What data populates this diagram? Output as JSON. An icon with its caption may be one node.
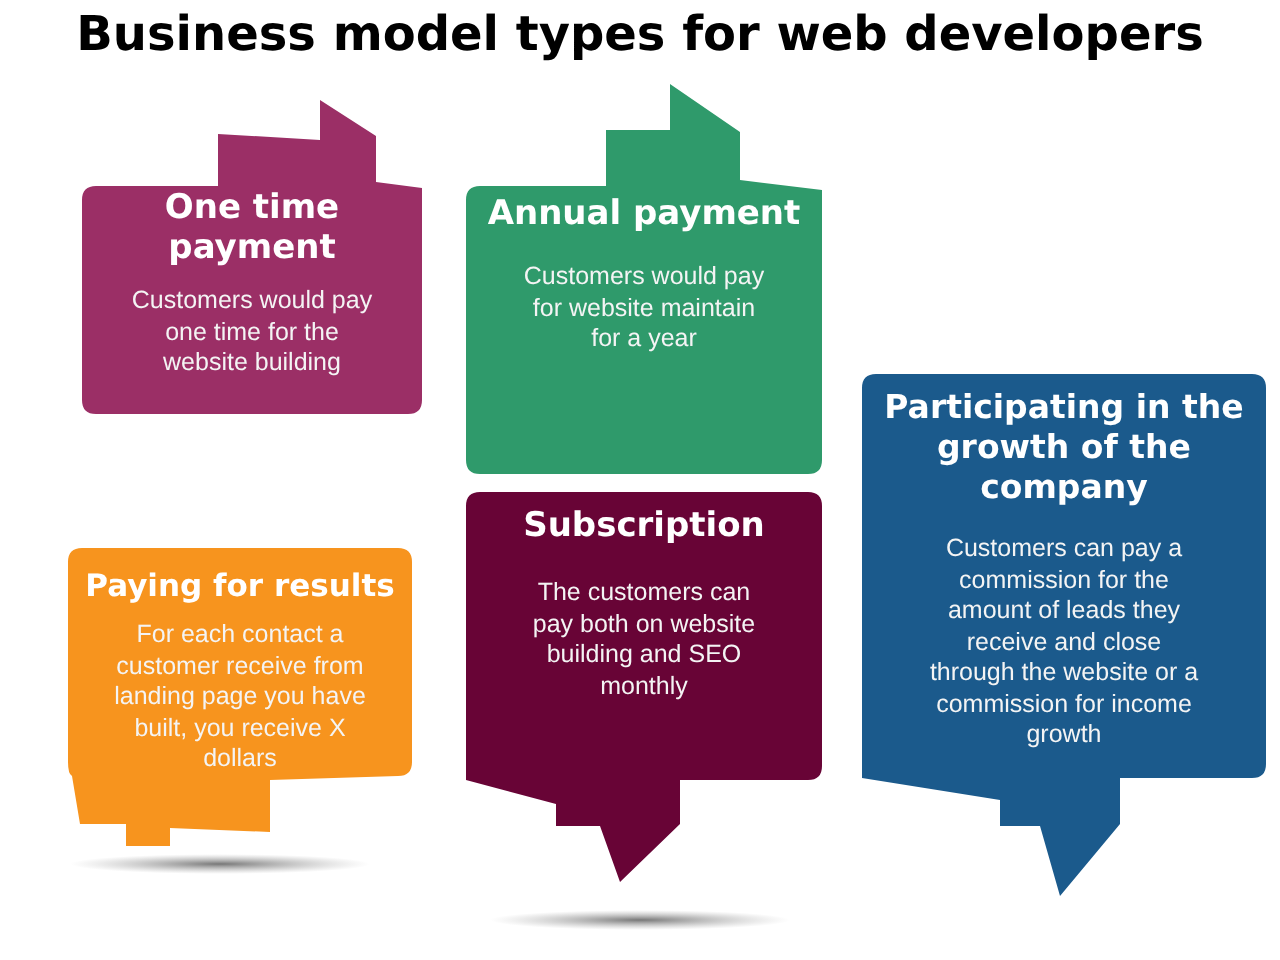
{
  "diagram": {
    "title": "Business model types for web developers",
    "nodes": [
      {
        "text": [
          "One time payment",
          "Customers would pay one time for the website building"
        ]
      },
      {
        "text": [
          "Annual payment",
          "Customers would pay for website maintain for a year"
        ]
      },
      {
        "text": [
          "Paying for results",
          "For each contact a customer receive from landing page you have built, you receive X dollars"
        ]
      },
      {
        "text": [
          "Subscription",
          "The customers can pay both on website building and SEO monthly"
        ]
      },
      {
        "text": [
          "Participating in the growth of the company",
          "Customers can pay a commission for the amount of leads they receive and close through the website or a commission for income growth"
        ]
      }
    ]
  }
}
